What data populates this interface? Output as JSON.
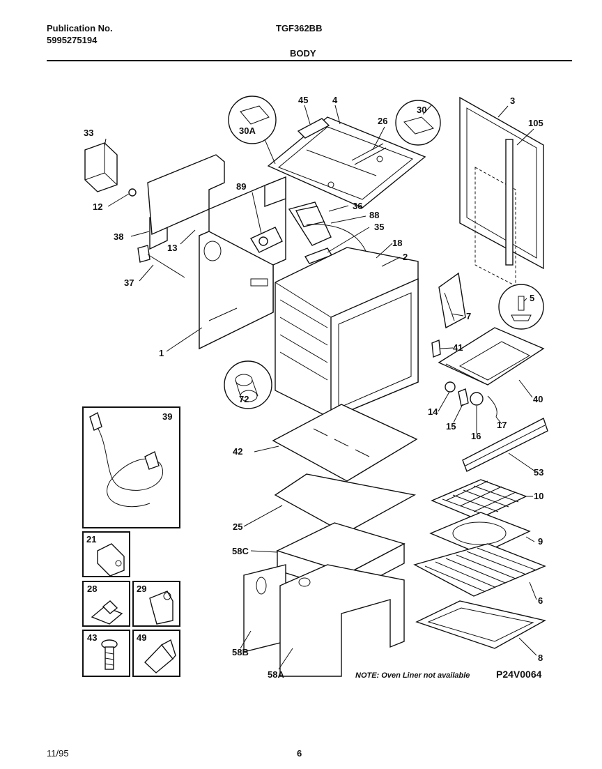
{
  "header": {
    "publication_label": "Publication No.",
    "publication_number": "5995275194",
    "model": "TGF362BB",
    "section": "BODY"
  },
  "footer": {
    "date": "11/95",
    "page": "6"
  },
  "diagram": {
    "note": "NOTE: Oven Liner not available",
    "code": "P24V0064",
    "callouts": [
      "1",
      "2",
      "3",
      "4",
      "5",
      "6",
      "7",
      "8",
      "9",
      "10",
      "12",
      "13",
      "14",
      "15",
      "16",
      "17",
      "18",
      "25",
      "26",
      "30",
      "30A",
      "33",
      "35",
      "36",
      "37",
      "38",
      "39",
      "40",
      "41",
      "42",
      "45",
      "53",
      "58A",
      "58B",
      "58C",
      "72",
      "88",
      "89",
      "105"
    ],
    "boxed_parts": [
      "39",
      "21",
      "28",
      "29",
      "43",
      "49"
    ]
  }
}
